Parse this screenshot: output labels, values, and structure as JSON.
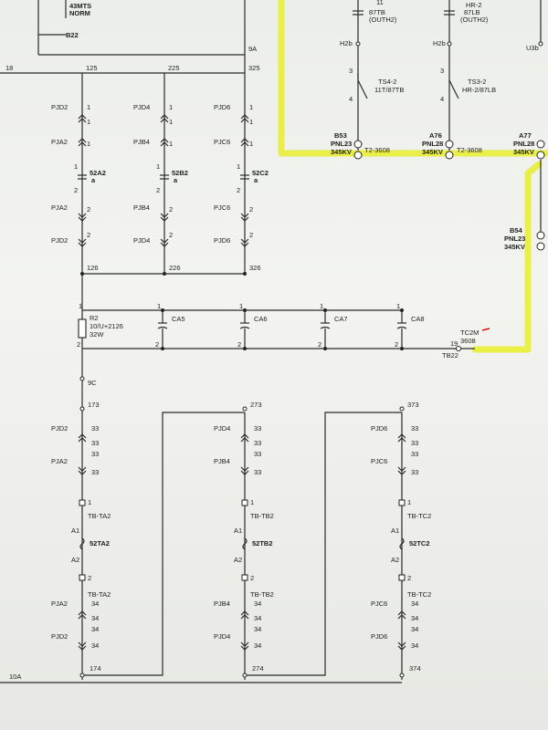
{
  "top": {
    "l43": "43MTS",
    "norm": "NORM",
    "b22": "B22",
    "n9a": "9A",
    "n18": "18",
    "n125": "125",
    "n225": "225",
    "n325": "325",
    "t11": "11",
    "t87tb": "87TB",
    "touth2": "(OUTH2)",
    "thr2": "HR-2",
    "t87lb": "87LB",
    "touth2b": "(OUTH2)",
    "h2b": "H2b",
    "h2b2": "H2b",
    "u3b": "U3b",
    "n3": "3",
    "n4": "4",
    "n3b": "3",
    "n4b": "4",
    "ts42": "TS4-2",
    "ts42b": "11T/87TB",
    "ts32": "TS3-2",
    "ts32b": "HR-2/87LB",
    "b53": "B53",
    "pnl23": "PNL23",
    "kv1": "345KV",
    "t23608a": "T2-3608",
    "a76": "A76",
    "pnl28": "PNL28",
    "kv2": "345KV",
    "t23608b": "T2-3608",
    "a77": "A77",
    "pnl28b": "PNL28",
    "kv3": "345KV",
    "b54": "B54",
    "pnl23b": "PNL23",
    "kv4": "345KV"
  },
  "upper": {
    "c1": {
      "a": "PJD2",
      "b": "PJA2",
      "sw": "52A2",
      "c": "PJA2",
      "d": "PJD2",
      "end": "126"
    },
    "c2": {
      "a": "PJD4",
      "b": "PJB4",
      "sw": "52B2",
      "c": "PJB4",
      "d": "PJD4",
      "end": "226"
    },
    "c3": {
      "a": "PJD6",
      "b": "PJC6",
      "sw": "52C2",
      "c": "PJC6",
      "d": "PJD6",
      "end": "326"
    },
    "one": "1",
    "two": "2",
    "a": "a"
  },
  "mid": {
    "r2": "R2",
    "r2v": "10/U+2126",
    "r2w": "32W",
    "ca5": "CA5",
    "ca6": "CA6",
    "ca7": "CA7",
    "ca8": "CA8",
    "tc2m": "TC2M",
    "t3608": "3608",
    "n19": "19",
    "tb22": "TB22",
    "n9c": "9C"
  },
  "lower": {
    "c1": {
      "top": "173",
      "a": "PJD2",
      "b": "PJA2",
      "v": "33",
      "tb": "TB-TA2",
      "sw": "52TA2",
      "tb2": "TB-TA2",
      "c": "PJA2",
      "d": "PJD2",
      "v2": "34",
      "end": "174"
    },
    "c2": {
      "top": "273",
      "a": "PJD4",
      "b": "PJB4",
      "v": "33",
      "tb": "TB-TB2",
      "sw": "52TB2",
      "tb2": "TB-TB2",
      "c": "PJB4",
      "d": "PJD4",
      "v2": "34",
      "end": "274"
    },
    "c3": {
      "top": "373",
      "a": "PJD6",
      "b": "PJC6",
      "v": "33",
      "tb": "TB-TC2",
      "sw": "52TC2",
      "tb2": "TB-TC2",
      "c": "PJC6",
      "d": "PJD6",
      "v2": "34",
      "end": "374"
    },
    "a1": "A1",
    "a2": "A2",
    "one": "1",
    "two": "2",
    "n10a": "10A"
  }
}
